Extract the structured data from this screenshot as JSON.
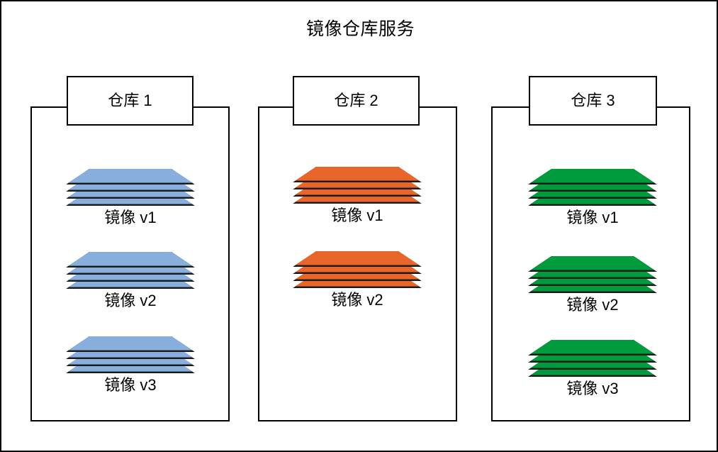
{
  "diagram": {
    "title": "镜像仓库服务",
    "background_color": "#ffffff",
    "border_color": "#000000",
    "repositories": [
      {
        "id": "repo-1",
        "label": "仓库 1",
        "color": "#87AEDC",
        "edge_color": "#2F5597",
        "images": [
          {
            "caption": "镜像 v1",
            "layers": 4
          },
          {
            "caption": "镜像 v2",
            "layers": 4
          },
          {
            "caption": "镜像 v3",
            "layers": 4
          }
        ]
      },
      {
        "id": "repo-2",
        "label": "仓库 2",
        "color": "#E8662A",
        "edge_color": "#A33F12",
        "images": [
          {
            "caption": "镜像 v1",
            "layers": 4
          },
          {
            "caption": "镜像 v2",
            "layers": 4
          }
        ]
      },
      {
        "id": "repo-3",
        "label": "仓库 3",
        "color": "#009B3C",
        "edge_color": "#00672A",
        "images": [
          {
            "caption": "镜像 v1",
            "layers": 4
          },
          {
            "caption": "镜像 v2",
            "layers": 4
          },
          {
            "caption": "镜像 v3",
            "layers": 4
          }
        ]
      }
    ]
  }
}
